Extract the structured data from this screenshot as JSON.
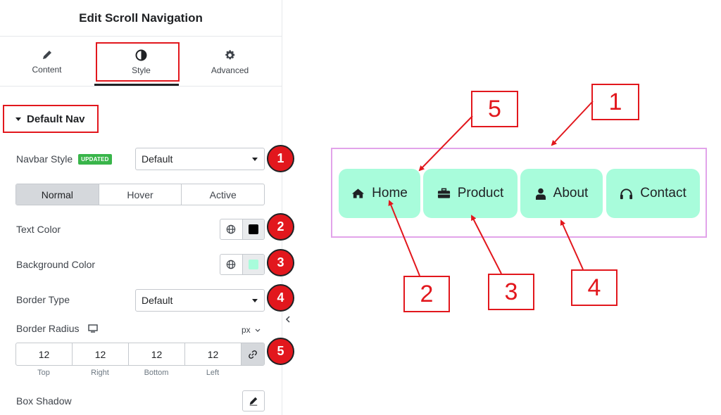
{
  "panel": {
    "title": "Edit Scroll Navigation",
    "tabs": [
      {
        "label": "Content",
        "icon": "pencil-icon"
      },
      {
        "label": "Style",
        "icon": "half-circle-icon"
      },
      {
        "label": "Advanced",
        "icon": "gear-icon"
      }
    ],
    "active_tab": "Style",
    "section_title": "Default Nav",
    "navbar_style": {
      "label": "Navbar Style",
      "badge": "UPDATED",
      "value": "Default"
    },
    "state_tabs": [
      "Normal",
      "Hover",
      "Active"
    ],
    "active_state": "Normal",
    "text_color": {
      "label": "Text Color",
      "swatch": "#000000"
    },
    "background_color": {
      "label": "Background Color",
      "swatch": "#a8fcdb"
    },
    "border_type": {
      "label": "Border Type",
      "value": "Default"
    },
    "border_radius": {
      "label": "Border Radius",
      "unit": "px",
      "top": "12",
      "right": "12",
      "bottom": "12",
      "left": "12",
      "labels": {
        "top": "Top",
        "right": "Right",
        "bottom": "Bottom",
        "left": "Left"
      }
    },
    "box_shadow": {
      "label": "Box Shadow"
    },
    "markers": [
      "1",
      "2",
      "3",
      "4",
      "5"
    ]
  },
  "preview": {
    "items": [
      {
        "label": "Home",
        "icon": "home-icon"
      },
      {
        "label": "Product",
        "icon": "briefcase-icon"
      },
      {
        "label": "About",
        "icon": "user-icon"
      },
      {
        "label": "Contact",
        "icon": "headphones-icon"
      }
    ],
    "item_bg": "#a8fcdb",
    "frame_color": "#e2a3ea"
  },
  "callouts": [
    "1",
    "2",
    "3",
    "4",
    "5"
  ],
  "colors": {
    "accent_red": "#e2171d",
    "text": "#1f2124"
  }
}
